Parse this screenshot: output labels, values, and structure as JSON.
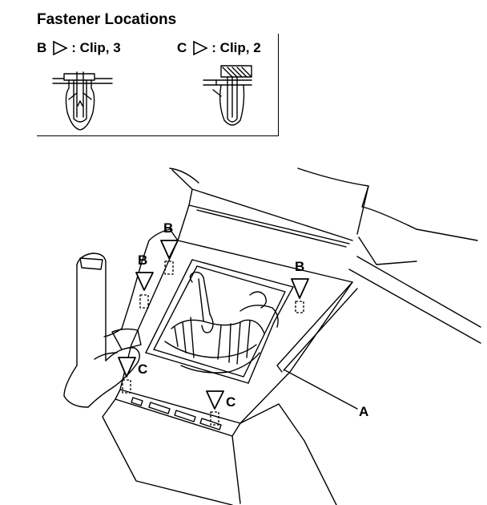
{
  "title": "Fastener Locations",
  "legend": [
    {
      "letter": "B",
      "desc": ": Clip, 3"
    },
    {
      "letter": "C",
      "desc": ": Clip, 2"
    }
  ],
  "callouts": {
    "b": "B",
    "c": "C",
    "a": "A"
  }
}
